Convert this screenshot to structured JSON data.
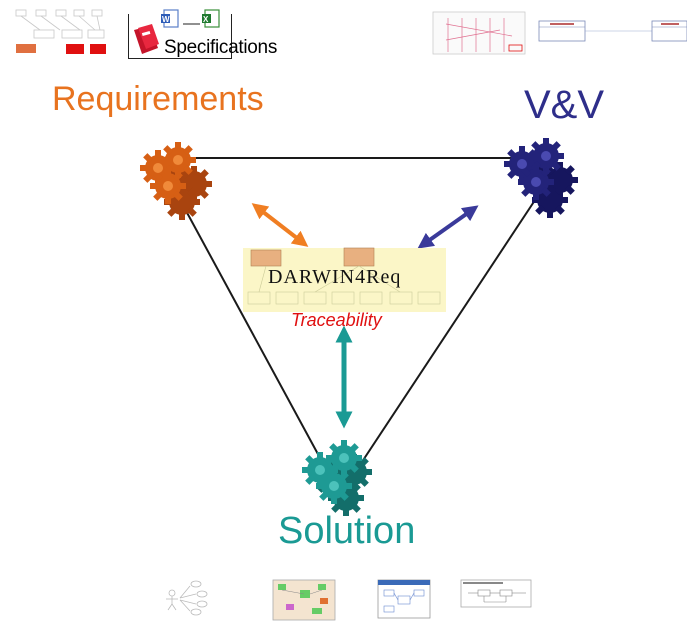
{
  "labels": {
    "requirements": "Requirements",
    "vv": "V&V",
    "solution": "Solution",
    "specifications": "Specifications",
    "darwin": "DARWIN4Req",
    "traceability": "Traceability"
  },
  "colors": {
    "requirements": "#e8731f",
    "vv": "#2e2e8a",
    "solution": "#1a9a94",
    "traceability": "#e01010",
    "darwin_background": "#fbf6c7"
  },
  "icons": [
    "gears-icon",
    "word-document-icon",
    "excel-document-icon",
    "red-folder-icon",
    "model-diagram-thumbnail"
  ]
}
